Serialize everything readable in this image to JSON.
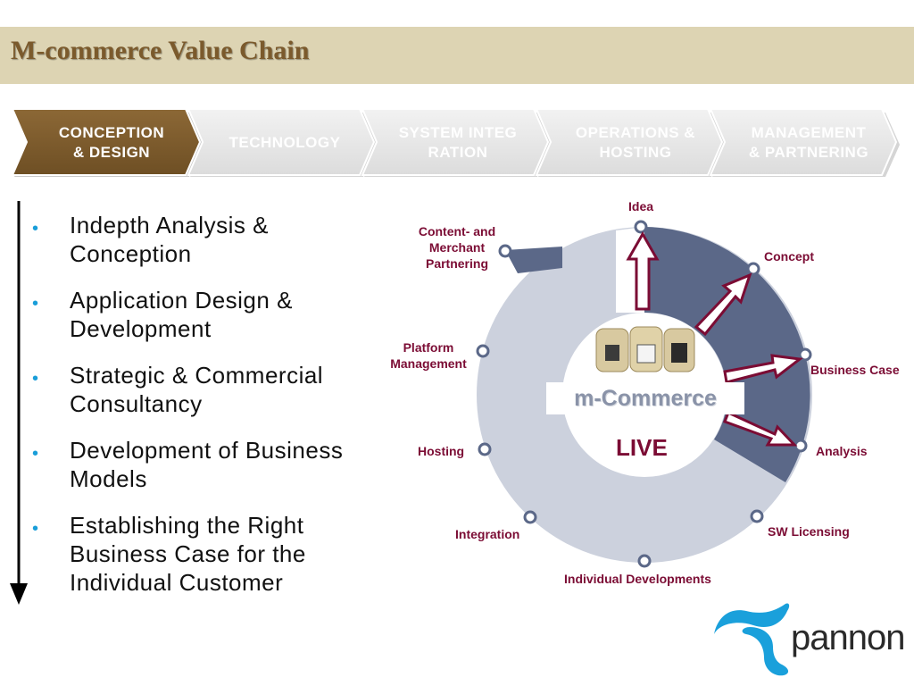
{
  "header": {
    "title": "M-commerce Value Chain"
  },
  "steps": [
    {
      "label": "CONCEPTION & DESIGN",
      "active": true
    },
    {
      "label": "TECHNOLOGY",
      "active": false
    },
    {
      "label": "SYSTEM INTEGRATION",
      "active": false
    },
    {
      "label": "OPERATIONS & HOSTING",
      "active": false
    },
    {
      "label": "MANAGEMENT & PARTNERING",
      "active": false
    }
  ],
  "bullets": [
    "Indepth Analysis & Conception",
    "Application Design & Development",
    "Strategic & Commercial Consultancy",
    "Development of Business Models",
    "Establishing the Right Business Case for the Individual Customer"
  ],
  "cycle": {
    "center_text": "m-Commerce",
    "live_text": "LIVE",
    "stages": {
      "idea": "Idea",
      "concept": "Concept",
      "business_case": "Business Case",
      "analysis": "Analysis",
      "sw_licensing": "SW Licensing",
      "individual_developments": "Individual Developments",
      "integration": "Integration",
      "hosting": "Hosting",
      "platform_management": "Platform Management",
      "content_partnering": "Content- and Merchant Partnering"
    }
  },
  "brand": {
    "name": "pannon"
  },
  "colors": {
    "active_step": "#7b5a2c",
    "inactive_step": "#e6e6e6",
    "header_band": "#ddd4b3",
    "ring_dark": "#5b6888",
    "ring_light": "#ccd1dd",
    "stage_label": "#7b0c34",
    "bullet": "#1a9ed9",
    "brand_blue": "#1aa0db"
  }
}
